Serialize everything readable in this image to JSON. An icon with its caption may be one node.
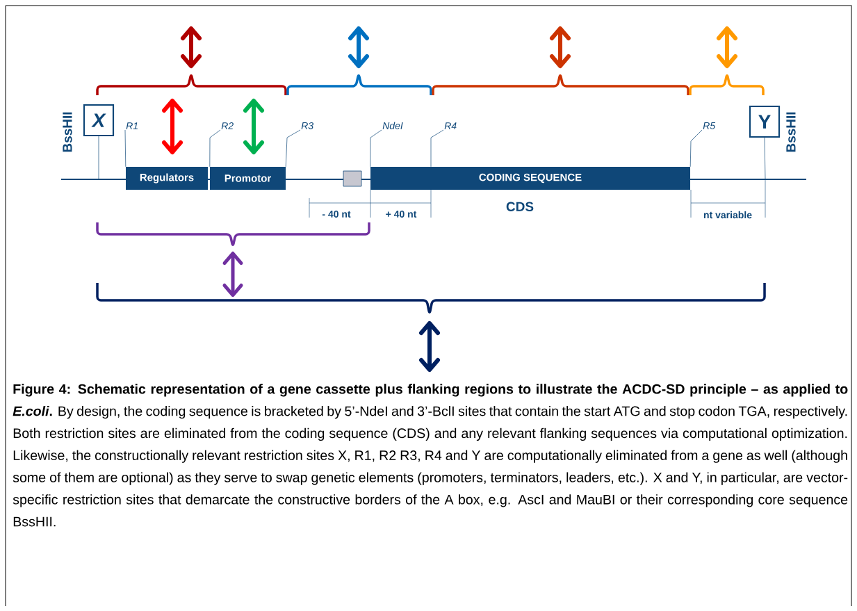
{
  "diagram": {
    "caption": "**Figure 4: Schematic representation of a gene cassette plus flanking regions to illustrate the ACDC-SD principle – as applied to *E.coli*.** By design, the coding sequence is bracketed by 5’-NdeI and 3’-BclI sites that contain the start ATG and stop codon TGA, respectively. Both restriction sites are eliminated from the coding sequence (CDS) and any relevant flanking sequences via computational optimization. Likewise, the constructionally relevant restriction sites X, R1, R2 R3, R4 and Y are computationally eliminated from a gene as well (although some of them are optional) as they serve to swap genetic elements (promoters, terminators, leaders, etc.). X and Y, in particular, are vector-specific restriction sites that demarcate the constructive borders of the A box, e.g. AscI and MauBI or their corresponding core sequence BssHII.",
    "nodes": [
      {
        "text": [
          "X"
        ],
        "beside": [
          "BssHII"
        ]
      },
      {
        "text": [
          "R1"
        ]
      },
      {
        "text": [
          "R2"
        ]
      },
      {
        "text": [
          "R3"
        ]
      },
      {
        "text": [
          "NdeI"
        ]
      },
      {
        "text": [
          "R4"
        ]
      },
      {
        "text": [
          "R5"
        ]
      },
      {
        "text": [
          "Y"
        ],
        "beside": [
          "BssHII"
        ]
      },
      {
        "text": [
          "Regulators"
        ]
      },
      {
        "text": [
          "Promotor"
        ]
      },
      {
        "text": [],
        "shape": "box"
      },
      {
        "text": [
          "CODING SEQUENCE"
        ],
        "beside": [
          "CDS"
        ]
      }
    ],
    "edges": [
      {
        "from": 0,
        "to": null,
        "arrow": "none"
      },
      {
        "from": 1,
        "to": 8,
        "arrow": "none"
      },
      {
        "from": 2,
        "to": 9,
        "arrow": "none"
      },
      {
        "from": 3,
        "to": 9,
        "arrow": "none"
      },
      {
        "from": 4,
        "to": 11,
        "arrow": "none"
      },
      {
        "from": 5,
        "to": 11,
        "arrow": "none"
      },
      {
        "from": 6,
        "to": 11,
        "arrow": "none"
      },
      {
        "from": 7,
        "to": null,
        "arrow": "none"
      }
    ],
    "labels": [
      "- 40 nt",
      "+ 40 nt",
      "nt variable"
    ]
  }
}
